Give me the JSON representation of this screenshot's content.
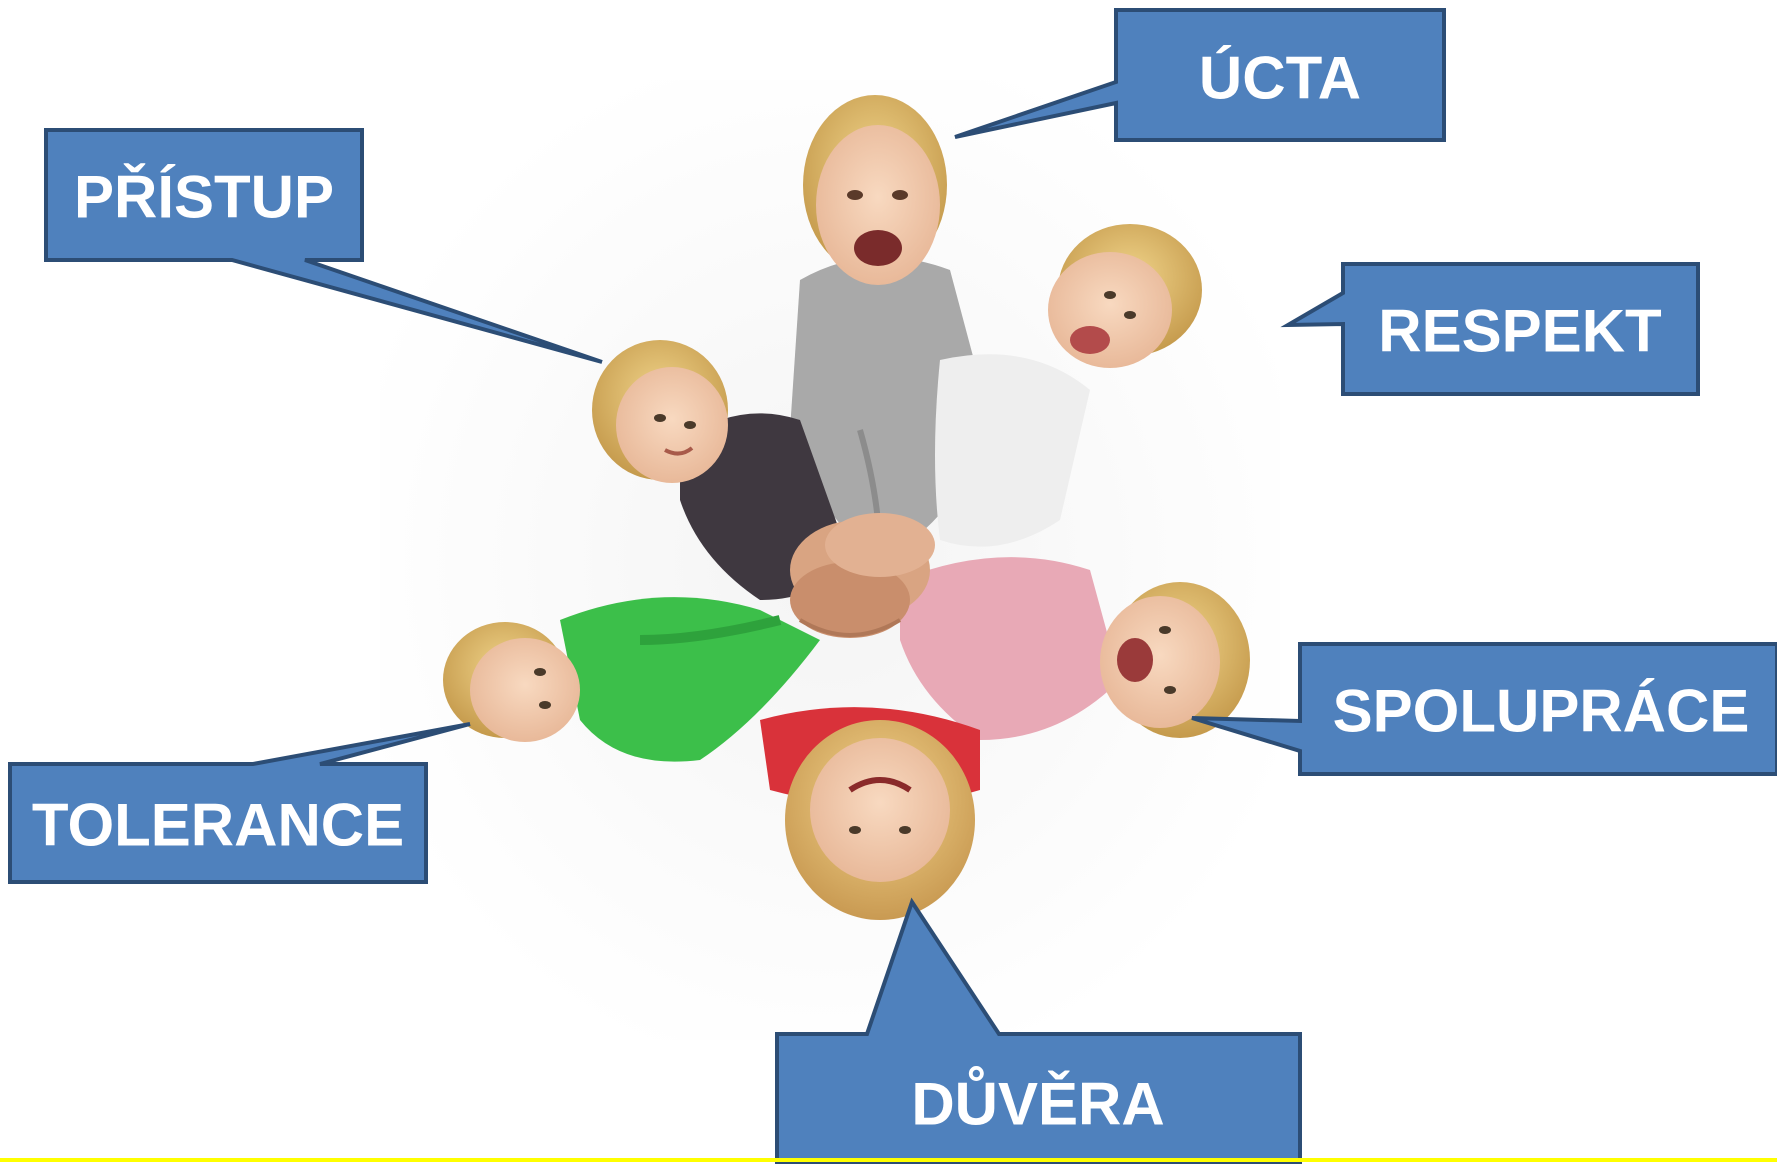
{
  "colors": {
    "callout_fill": "#4f81bd",
    "callout_border": "#2c4d75",
    "callout_text": "#ffffff",
    "bottom_line": "#ffff00"
  },
  "image": {
    "subject": "children-circle-hands-together-photo"
  },
  "callouts": {
    "ucta": "ÚCTA",
    "pristup": "PŘÍSTUP",
    "respekt": "RESPEKT",
    "spoluprace": "SPOLUPRÁCE",
    "tolerance": "TOLERANCE",
    "duvera": "DŮVĚRA"
  }
}
